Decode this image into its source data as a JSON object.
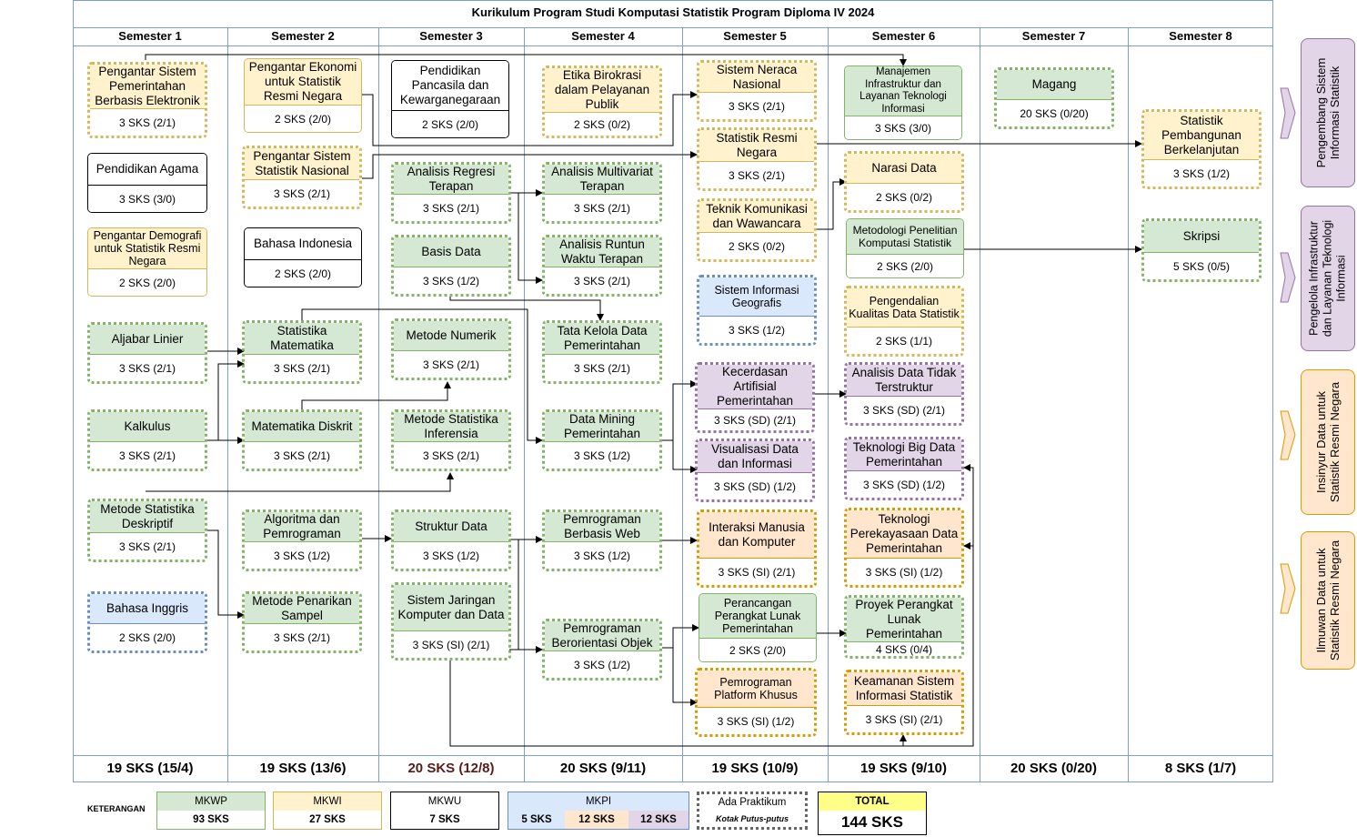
{
  "title": "Kurikulum Program Studi Komputasi Statistik Program Diploma IV 2024",
  "semesters": [
    "Semester 1",
    "Semester 2",
    "Semester 3",
    "Semester 4",
    "Semester 5",
    "Semester 6",
    "Semester 7",
    "Semester 8"
  ],
  "totals": [
    "19 SKS (15/4)",
    "19 SKS (13/6)",
    "20 SKS (12/8)",
    "20 SKS (9/11)",
    "19 SKS (10/9)",
    "19 SKS (9/10)",
    "20 SKS (0/20)",
    "8 SKS (1/7)"
  ],
  "courses": {
    "s1": [
      {
        "name": "Pengantar Sistem Pemerintahan Berbasis Elektronik",
        "sks": "3 SKS (2/1)"
      },
      {
        "name": "Pendidikan Agama",
        "sks": "3 SKS (3/0)"
      },
      {
        "name": "Pengantar Demografi untuk Statistik Resmi Negara",
        "sks": "2 SKS (2/0)"
      },
      {
        "name": "Aljabar Linier",
        "sks": "3 SKS (2/1)"
      },
      {
        "name": "Kalkulus",
        "sks": "3 SKS (2/1)"
      },
      {
        "name": "Metode Statistika Deskriptif",
        "sks": "3 SKS (2/1)"
      },
      {
        "name": "Bahasa Inggris",
        "sks": "2 SKS (2/0)"
      }
    ],
    "s2": [
      {
        "name": "Pengantar Ekonomi untuk Statistik Resmi Negara",
        "sks": "2 SKS (2/0)"
      },
      {
        "name": "Pengantar Sistem Statistik Nasional",
        "sks": "3 SKS (2/1)"
      },
      {
        "name": "Bahasa Indonesia",
        "sks": "2 SKS (2/0)"
      },
      {
        "name": "Statistika Matematika",
        "sks": "3 SKS (2/1)"
      },
      {
        "name": "Matematika Diskrit",
        "sks": "3 SKS (2/1)"
      },
      {
        "name": "Algoritma dan Pemrograman",
        "sks": "3 SKS (1/2)"
      },
      {
        "name": "Metode Penarikan Sampel",
        "sks": "3 SKS (2/1)"
      }
    ],
    "s3": [
      {
        "name": "Pendidikan Pancasila dan Kewarganegaraan",
        "sks": "2 SKS (2/0)"
      },
      {
        "name": "Analisis Regresi Terapan",
        "sks": "3 SKS (2/1)"
      },
      {
        "name": "Basis Data",
        "sks": "3 SKS (1/2)"
      },
      {
        "name": "Metode Numerik",
        "sks": "3 SKS (2/1)"
      },
      {
        "name": "Metode Statistika Inferensia",
        "sks": "3 SKS (2/1)"
      },
      {
        "name": "Struktur Data",
        "sks": "3 SKS (1/2)"
      },
      {
        "name": "Sistem Jaringan Komputer dan Data",
        "sks": "3 SKS (SI) (2/1)"
      }
    ],
    "s4": [
      {
        "name": "Etika Birokrasi dalam Pelayanan Publik",
        "sks": "2 SKS (0/2)"
      },
      {
        "name": "Analisis Multivariat Terapan",
        "sks": "3 SKS (2/1)"
      },
      {
        "name": "Analisis Runtun Waktu Terapan",
        "sks": "3 SKS (2/1)"
      },
      {
        "name": "Tata Kelola Data Pemerintahan",
        "sks": "3 SKS (2/1)"
      },
      {
        "name": "Data Mining Pemerintahan",
        "sks": "3 SKS (1/2)"
      },
      {
        "name": "Pemrograman Berbasis Web",
        "sks": "3 SKS (1/2)"
      },
      {
        "name": "Pemrograman Berorientasi Objek",
        "sks": "3 SKS (1/2)"
      }
    ],
    "s5": [
      {
        "name": "Sistem Neraca Nasional",
        "sks": "3 SKS (2/1)"
      },
      {
        "name": "Statistik Resmi Negara",
        "sks": "3 SKS (2/1)"
      },
      {
        "name": "Teknik Komunikasi dan Wawancara",
        "sks": "2 SKS (0/2)"
      },
      {
        "name": "Sistem Informasi Geografis",
        "sks": "3 SKS (1/2)"
      },
      {
        "name": "Kecerdasan Artifisial Pemerintahan",
        "sks": "3 SKS (SD) (2/1)"
      },
      {
        "name": "Visualisasi Data dan Informasi",
        "sks": "3 SKS (SD) (1/2)"
      },
      {
        "name": "Interaksi Manusia dan Komputer",
        "sks": "3 SKS (SI) (2/1)"
      },
      {
        "name": "Perancangan Perangkat Lunak Pemerintahan",
        "sks": "2 SKS (2/0)"
      },
      {
        "name": "Pemrograman Platform Khusus",
        "sks": "3 SKS (SI) (1/2)"
      }
    ],
    "s6": [
      {
        "name": "Manajemen Infrastruktur dan Layanan Teknologi Informasi",
        "sks": "3 SKS (3/0)"
      },
      {
        "name": "Narasi Data",
        "sks": "2 SKS (0/2)"
      },
      {
        "name": "Metodologi Penelitian Komputasi Statistik",
        "sks": "2 SKS (2/0)"
      },
      {
        "name": "Pengendalian Kualitas Data Statistik",
        "sks": "2 SKS (1/1)"
      },
      {
        "name": "Analisis Data Tidak Terstruktur",
        "sks": "3 SKS (SD) (2/1)"
      },
      {
        "name": "Teknologi Big Data Pemerintahan",
        "sks": "3 SKS (SD) (1/2)"
      },
      {
        "name": "Teknologi Perekayasaan Data Pemerintahan",
        "sks": "3 SKS (SI) (1/2)"
      },
      {
        "name": "Proyek Perangkat Lunak Pemerintahan",
        "sks": "4 SKS (0/4)"
      },
      {
        "name": "Keamanan Sistem Informasi Statistik",
        "sks": "3 SKS (SI) (2/1)"
      }
    ],
    "s7": [
      {
        "name": "Magang",
        "sks": "20 SKS (0/20)"
      }
    ],
    "s8": [
      {
        "name": "Statistik Pembangunan Berkelanjutan",
        "sks": "3 SKS (1/2)"
      },
      {
        "name": "Skripsi",
        "sks": "5 SKS (0/5)"
      }
    ]
  },
  "careers": [
    "Pengembang Sistem\nInformasi Statistik",
    "Pengelola Infrastruktur\ndan Layanan Teknologi\nInformasi",
    "Insinyur Data untuk\nStatistik Resmi Negara",
    "Ilmuwan Data untuk\nStatistik Resmi Negara"
  ],
  "legend": {
    "label": "KETERANGAN",
    "mkwp": {
      "name": "MKWP",
      "value": "93 SKS"
    },
    "mkwi": {
      "name": "MKWI",
      "value": "27 SKS"
    },
    "mkwu": {
      "name": "MKWU",
      "value": "7 SKS"
    },
    "mkpi": {
      "name": "MKPI",
      "values": [
        "5 SKS",
        "12 SKS",
        "12 SKS"
      ]
    },
    "praktikum": {
      "name": "Ada Praktikum",
      "note": "Kotak Putus-putus"
    },
    "total": {
      "name": "TOTAL",
      "value": "144 SKS"
    }
  },
  "colors": {
    "mkwp_fill": "#d5e8d4",
    "mkwp_border": "#82b366",
    "mkwi_fill": "#fff2cc",
    "mkwi_border": "#d6b656",
    "mkpi_fill": "#dae8fc",
    "mkpi_border": "#6c8ebf",
    "si_fill": "#ffe6cc",
    "si_border": "#d79b00",
    "sd_fill": "#e1d5e7",
    "sd_border": "#9673a6",
    "total_fill": "#ffff88"
  }
}
